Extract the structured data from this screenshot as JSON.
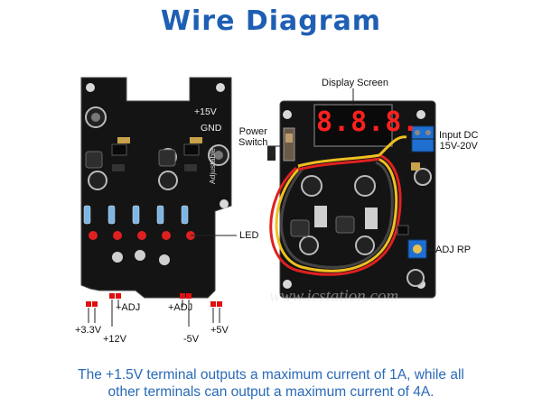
{
  "title": "Wire Diagram",
  "left_board": {
    "pcb_labels": {
      "plus15v": "+15V",
      "gnd": "GND",
      "adjustable": "Adjustable"
    },
    "led_label": "LED",
    "terminals": {
      "v33": "+3.3V",
      "v12": "+12V",
      "adj1": "+ADJ",
      "adj2": "+ADJ",
      "vm5": "-5V",
      "v5": "+5V"
    }
  },
  "right_board": {
    "display_screen": "Display Screen",
    "display_digits": "8.8.8.",
    "power_switch_line1": "Power",
    "power_switch_line2": "Switch",
    "input_dc_line1": "Input DC",
    "input_dc_line2": "15V-20V",
    "adj_rp": "ADJ RP"
  },
  "watermark": "www.icstation.com",
  "caption_line1": "The +1.5V terminal outputs a maximum current of 1A, while all",
  "caption_line2": "other terminals can output a maximum current of 4A.",
  "colors": {
    "title": "#1e5fb4",
    "caption": "#2a6ab8",
    "pcb": "#141414",
    "led": "#e02020",
    "display": "#ff2020"
  }
}
